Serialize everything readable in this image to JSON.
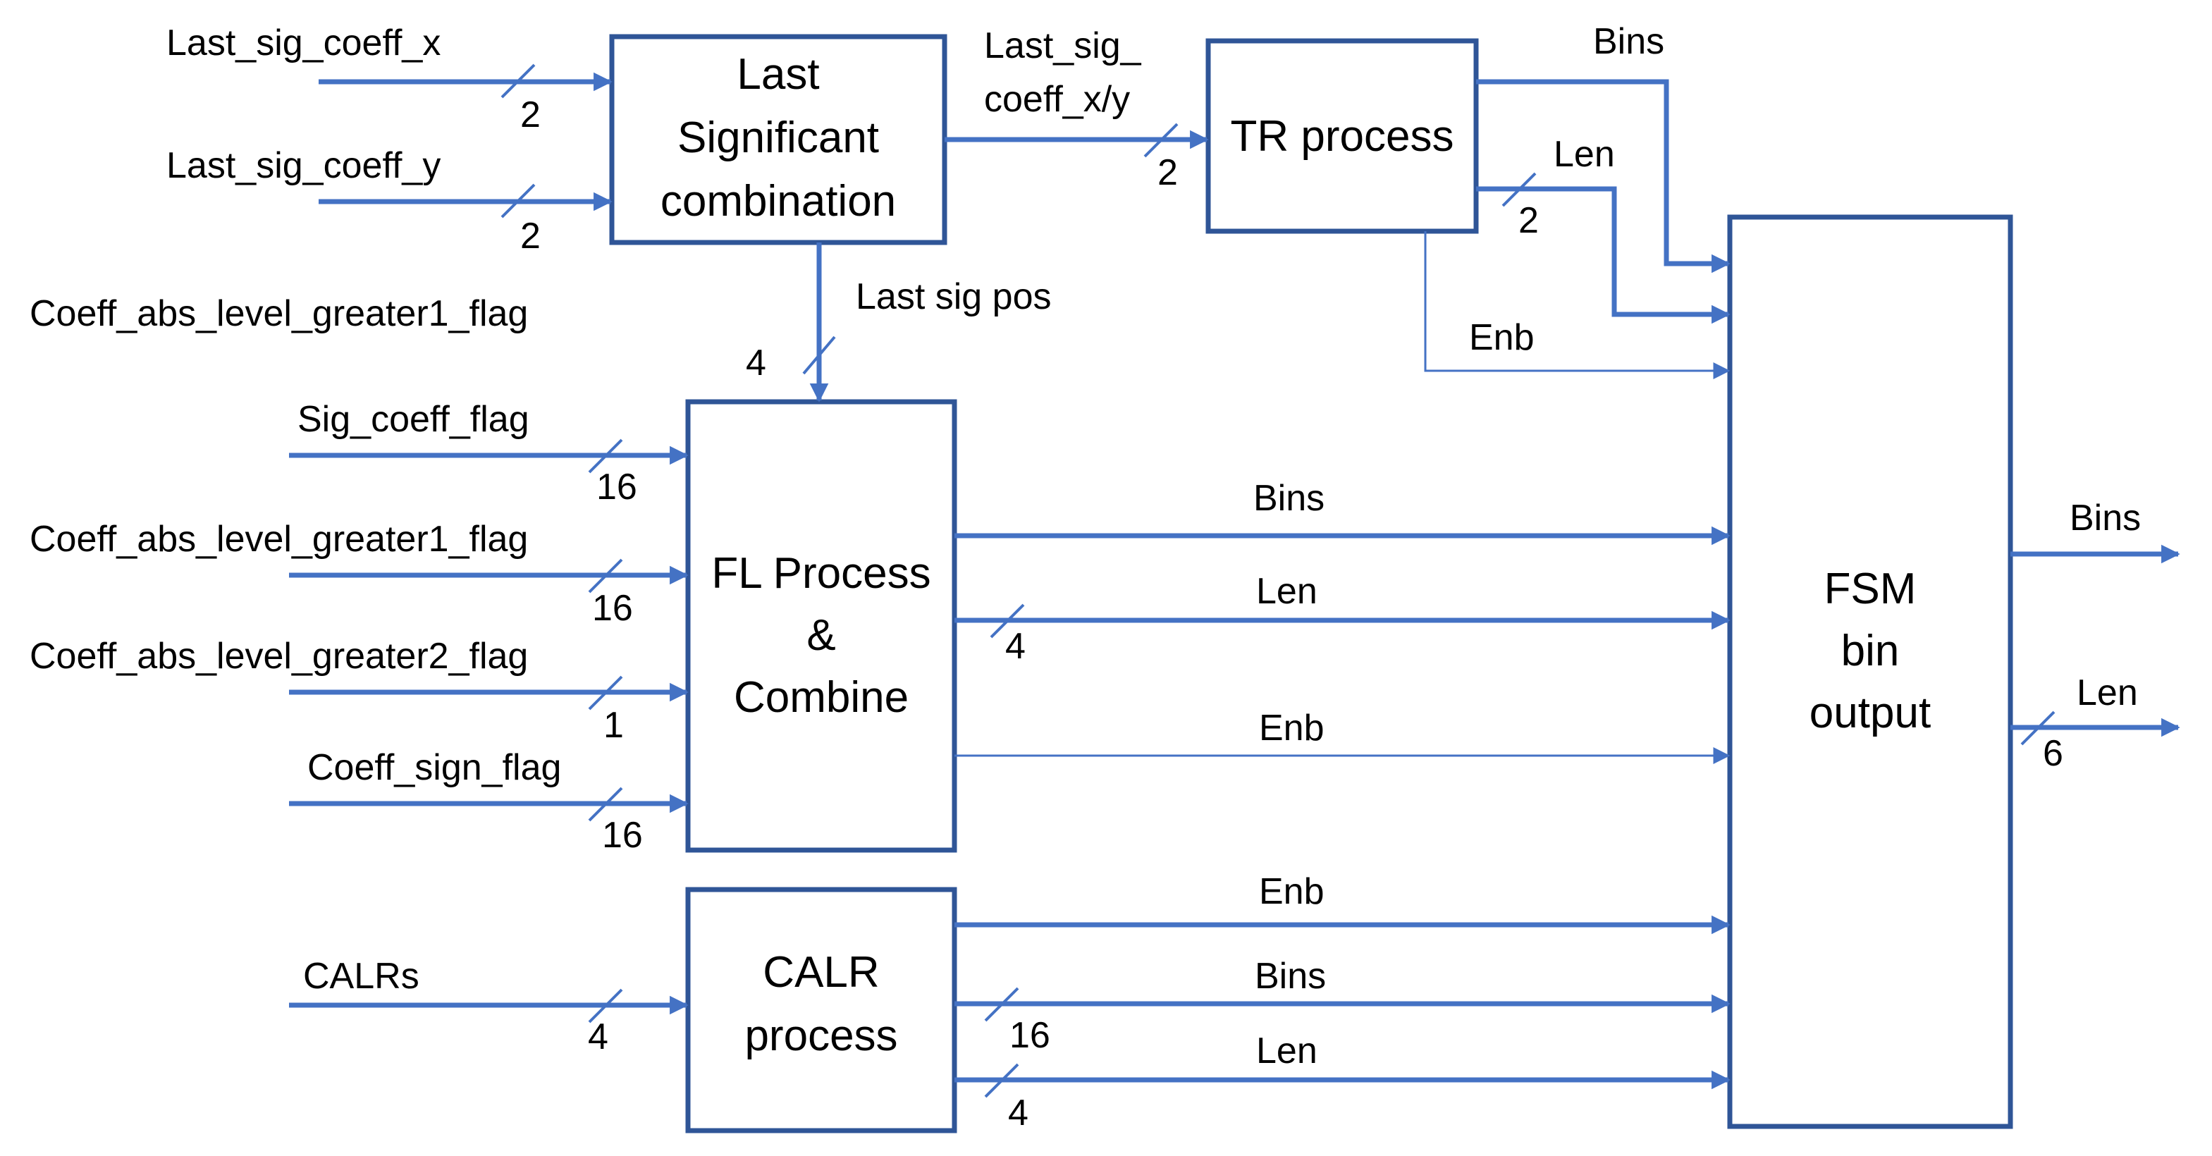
{
  "colors": {
    "wire": "#4472c4",
    "box_border": "#2f5597",
    "text": "#000000",
    "background": "#ffffff"
  },
  "blocks": {
    "last_sig": [
      "Last",
      "Significant",
      "combination"
    ],
    "tr": [
      "TR process"
    ],
    "fl": [
      "FL Process",
      "&",
      "Combine"
    ],
    "calr": [
      "CALR",
      "process"
    ],
    "fsm": [
      "FSM",
      "bin",
      "output"
    ]
  },
  "labels": {
    "last_sig_coeff_x": "Last_sig_coeff_x",
    "last_sig_coeff_y": "Last_sig_coeff_y",
    "coeff_abs_gt1_top": "Coeff_abs_level_greater1_flag",
    "last_sig_xy_line1": "Last_sig_",
    "last_sig_xy_line2": "coeff_x/y",
    "last_sig_pos": "Last sig pos",
    "sig_coeff_flag": "Sig_coeff_flag",
    "coeff_abs_gt1": "Coeff_abs_level_greater1_flag",
    "coeff_abs_gt2": "Coeff_abs_level_greater2_flag",
    "coeff_sign_flag": "Coeff_sign_flag",
    "calrs": "CALRs",
    "tr_bins": "Bins",
    "tr_len": "Len",
    "tr_enb": "Enb",
    "fl_bins": "Bins",
    "fl_len": "Len",
    "fl_enb": "Enb",
    "calr_enb": "Enb",
    "calr_bins": "Bins",
    "calr_len": "Len",
    "out_bins": "Bins",
    "out_len": "Len"
  },
  "widths": {
    "last_sig_coeff_x": "2",
    "last_sig_coeff_y": "2",
    "last_sig_xy": "2",
    "last_sig_pos": "4",
    "tr_len": "2",
    "sig_coeff_flag": "16",
    "coeff_abs_gt1": "16",
    "coeff_abs_gt2": "1",
    "coeff_sign_flag": "16",
    "fl_len": "4",
    "calrs": "4",
    "calr_bins": "16",
    "calr_len": "4",
    "out_len": "6"
  }
}
